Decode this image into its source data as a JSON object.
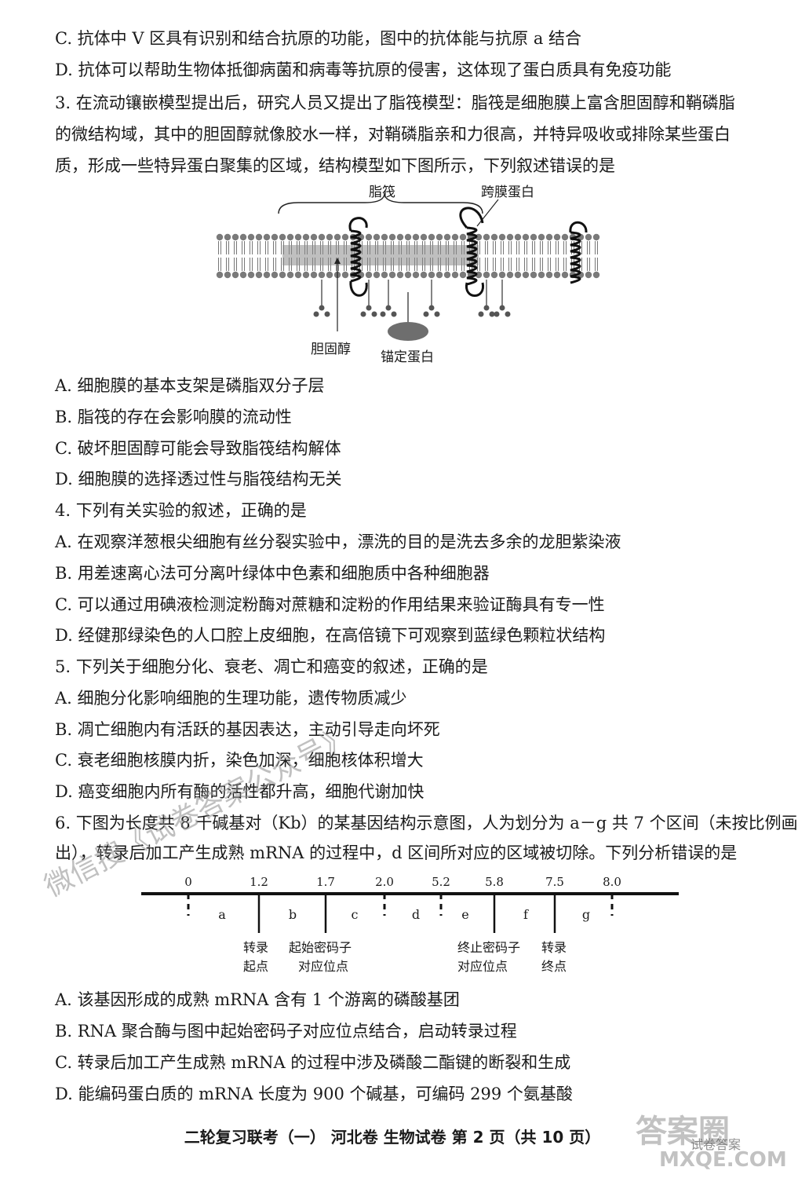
{
  "lines": {
    "q2c": "C. 抗体中 V 区具有识别和结合抗原的功能，图中的抗体能与抗原 a 结合",
    "q2d": "D. 抗体可以帮助生物体抵御病菌和病毒等抗原的侵害，这体现了蛋白质具有免疫功能",
    "q3_1": "3. 在流动镶嵌模型提出后，研究人员又提出了脂筏模型：脂筏是细胞膜上富含胆固醇和鞘磷脂",
    "q3_2": "的微结构域，其中的胆固醇就像胶水一样，对鞘磷脂亲和力很高，并特异吸收或排除某些蛋白",
    "q3_3": "质，形成一些特异蛋白聚集的区域，结构模型如下图所示，下列叙述错误的是",
    "q3a": "A. 细胞膜的基本支架是磷脂双分子层",
    "q3b": "B. 脂筏的存在会影响膜的流动性",
    "q3c": "C. 破坏胆固醇可能会导致脂筏结构解体",
    "q3d": "D. 细胞膜的选择透过性与脂筏结构无关",
    "q4": "4. 下列有关实验的叙述，正确的是",
    "q4a": "A. 在观察洋葱根尖细胞有丝分裂实验中，漂洗的目的是洗去多余的龙胆紫染液",
    "q4b": "B. 用差速离心法可分离叶绿体中色素和细胞质中各种细胞器",
    "q4c": "C. 可以通过用碘液检测淀粉酶对蔗糖和淀粉的作用结果来验证酶具有专一性",
    "q4d": "D. 经健那绿染色的人口腔上皮细胞，在高倍镜下可观察到蓝绿色颗粒状结构",
    "q5": "5. 下列关于细胞分化、衰老、凋亡和癌变的叙述，正确的是",
    "q5a": "A. 细胞分化影响细胞的生理功能，遗传物质减少",
    "q5b": "B. 凋亡细胞内有活跃的基因表达，主动引导走向坏死",
    "q5c": "C. 衰老细胞核膜内折，染色加深，细胞核体积增大",
    "q5d": "D. 癌变细胞内所有酶的活性都升高，细胞代谢加快",
    "q6_1": "6. 下图为长度共 8 千碱基对（Kb）的某基因结构示意图，人为划分为 a－g 共 7 个区间（未按比例画",
    "q6_2": "出），转录后加工产生成熟 mRNA 的过程中，d 区间所对应的区域被切除。下列分析错误的是",
    "q6a": "A. 该基因形成的成熟 mRNA 含有 1 个游离的磷酸基团",
    "q6b": "B. RNA 聚合酶与图中起始密码子对应位点结合，启动转录过程",
    "q6c": "C. 转录后加工产生成熟 mRNA 的过程中涉及磷酸二酯键的断裂和生成",
    "q6d": "D. 能编码蛋白质的 mRNA 长度为 900 个碱基，可编码 299 个氨基酸"
  },
  "figure_raft": {
    "label_raft": "脂筏",
    "label_transmembrane": "跨膜蛋白",
    "label_cholesterol": "胆固醇",
    "label_anchor": "锚定蛋白"
  },
  "figure_gene": {
    "ticks": [
      "0",
      "1.2",
      "1.7",
      "2.0",
      "5.2",
      "5.8",
      "7.5",
      "8.0"
    ],
    "segments": [
      "a",
      "b",
      "c",
      "d",
      "e",
      "f",
      "g"
    ],
    "label_tx_start_1": "转录",
    "label_tx_start_2": "起点",
    "label_start_codon_1": "起始密码子",
    "label_start_codon_2": "对应位点",
    "label_stop_codon_1": "终止密码子",
    "label_stop_codon_2": "对应位点",
    "label_tx_end_1": "转录",
    "label_tx_end_2": "终点"
  },
  "watermark": {
    "wechat": "微信搜《试卷答案公众号》",
    "logo_cn": "答案圈",
    "logo_small": "试卷答案",
    "logo_url": "MXQE.COM"
  },
  "footer": "二轮复习联考（一） 河北卷 生物试卷 第 2 页（共 10 页）"
}
